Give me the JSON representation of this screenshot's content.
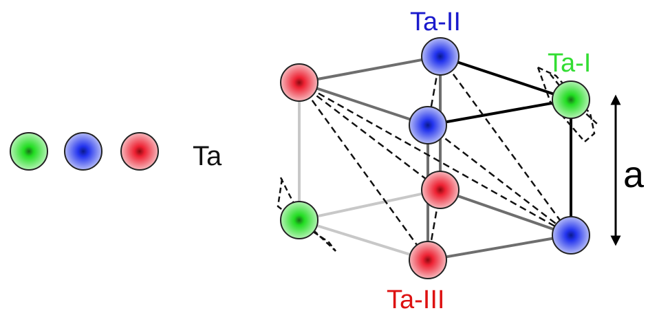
{
  "legend": {
    "label": "Ta",
    "atoms": [
      {
        "name": "green-atom",
        "color": "#22dd22"
      },
      {
        "name": "blue-atom",
        "color": "#2233ee"
      },
      {
        "name": "red-atom",
        "color": "#ee2233"
      }
    ]
  },
  "labels": {
    "ta_i": {
      "text": "Ta-I",
      "color": "#33dd33"
    },
    "ta_ii": {
      "text": "Ta-II",
      "color": "#1a1acc"
    },
    "ta_iii": {
      "text": "Ta-III",
      "color": "#dd1111"
    },
    "lattice_param": "a"
  },
  "atom_colors": {
    "green": "#22dd22",
    "blue": "#2233ee",
    "red": "#ee2233"
  }
}
